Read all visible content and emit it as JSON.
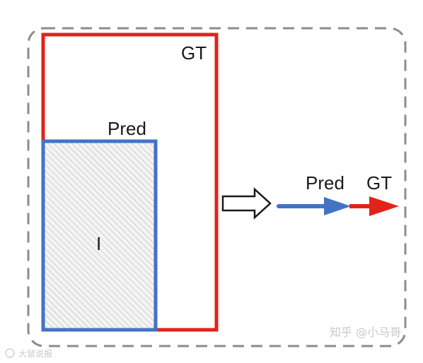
{
  "diagram": {
    "gt_box_label": "GT",
    "pred_box_label": "Pred",
    "intersection_label": "I",
    "arrow_pred_label": "Pred",
    "arrow_gt_label": "GT"
  },
  "colors": {
    "gt": "#e2231a",
    "pred": "#4472c4",
    "dashed_border": "#8c8c8c",
    "hatch": "#b3b3b3"
  },
  "watermarks": {
    "right": "知乎 @小马哥",
    "left": "大鼠说报"
  }
}
